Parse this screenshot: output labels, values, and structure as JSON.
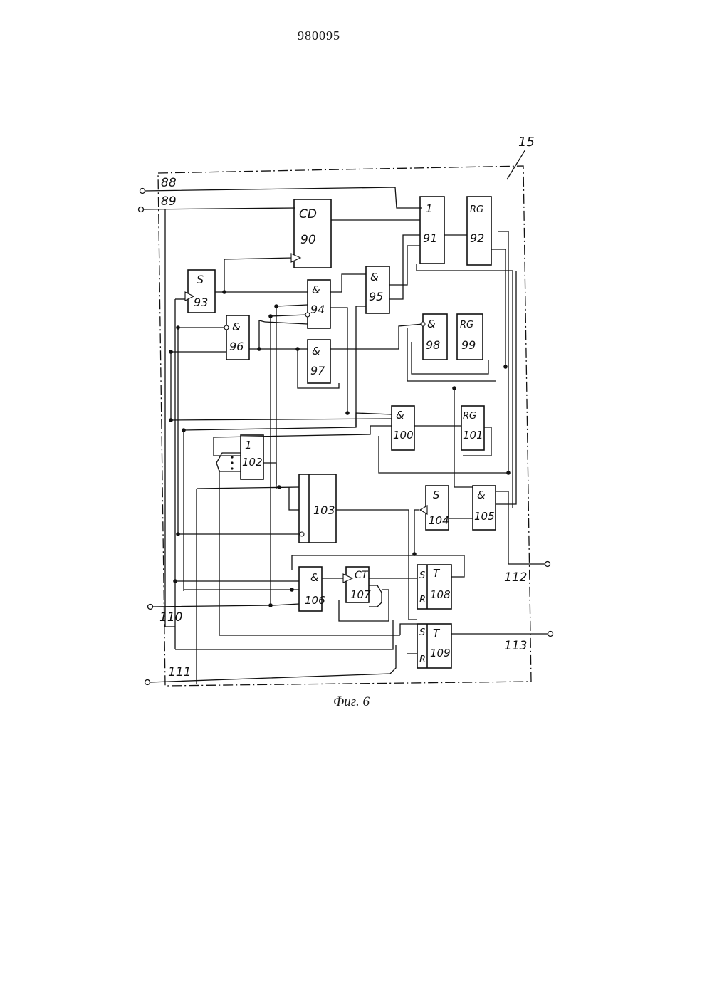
{
  "page_number": "980095",
  "caption": "Фиг. 6",
  "device_label": "15",
  "blocks": {
    "b90": {
      "sym": "CD",
      "num": "90"
    },
    "b91": {
      "sym": "1",
      "num": "91"
    },
    "b92": {
      "sym": "RG",
      "num": "92"
    },
    "b93": {
      "sym": "S",
      "num": "93"
    },
    "b94": {
      "sym": "&",
      "num": "94"
    },
    "b95": {
      "sym": "&",
      "num": "95"
    },
    "b96": {
      "sym": "&",
      "num": "96"
    },
    "b97": {
      "sym": "&",
      "num": "97"
    },
    "b98": {
      "sym": "&",
      "num": "98"
    },
    "b99": {
      "sym": "RG",
      "num": "99"
    },
    "b100": {
      "sym": "&",
      "num": "100"
    },
    "b101": {
      "sym": "RG",
      "num": "101"
    },
    "b102": {
      "sym": "1",
      "num": "102"
    },
    "b103": {
      "sym": "",
      "num": "103"
    },
    "b104": {
      "sym": "S",
      "num": "104"
    },
    "b105": {
      "sym": "&",
      "num": "105"
    },
    "b106": {
      "sym": "&",
      "num": "106"
    },
    "b107": {
      "sym": "CT",
      "num": "107"
    },
    "b108": {
      "sym": "T",
      "num": "108",
      "s": "S",
      "r": "R"
    },
    "b109": {
      "sym": "T",
      "num": "109",
      "s": "S",
      "r": "R"
    }
  },
  "terminals": {
    "t88": "88",
    "t89": "89",
    "t110": "110",
    "t111": "111",
    "t112": "112",
    "t113": "113"
  }
}
